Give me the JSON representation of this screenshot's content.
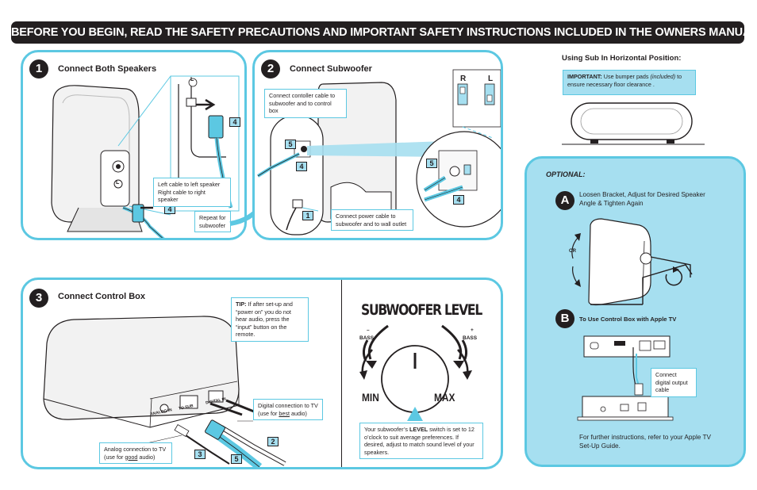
{
  "banner": "BEFORE YOU BEGIN, READ THE SAFETY PRECAUTIONS AND IMPORTANT SAFETY INSTRUCTIONS INCLUDED IN THE OWNERS MANUAL.",
  "step1": {
    "number": "1",
    "title": "Connect Both Speakers",
    "note_cables": "Left cable to left speaker Right cable to right speaker",
    "note_repeat": "Repeat for subwoofer",
    "port_label": "L",
    "callout": "4"
  },
  "step2": {
    "number": "2",
    "title": "Connect Subwoofer",
    "note_controller": "Connect contoller cable  to subwoofer and to control box",
    "note_power": "Connect power cable to subwoofer and to wall outlet",
    "callout_5": "5",
    "callout_4": "4",
    "callout_1": "1",
    "switch_r": "R",
    "switch_l": "L"
  },
  "step3": {
    "number": "3",
    "title": "Connect Control Box",
    "tip_label": "TIP:",
    "tip_text": "If after set-up and “power on” you do not hear audio, press the “input” button on the remote.",
    "note_digital_pre": "Digital connection to TV (use for ",
    "note_digital_em": "best",
    "note_digital_post": " audio)",
    "note_analog_pre": "Analog connection to TV (use for ",
    "note_analog_em": "good",
    "note_analog_post": " audio)",
    "callout_2": "2",
    "callout_3": "3",
    "callout_5": "5",
    "port_labels": [
      "ANALOG IN",
      "TO SUB",
      "DIGITAL IN"
    ]
  },
  "level": {
    "title": "SUBWOOFER LEVEL",
    "minus": "–",
    "plus": "+",
    "bass_left": "BASS",
    "bass_right": "BASS",
    "min": "MIN",
    "max": "MAX",
    "note_pre": "Your subwoofer’s ",
    "note_bold": "LEVEL",
    "note_post": " switch is set to 12 o’clock to suit average preferences. If desired, adjust to match sound level of your speakers."
  },
  "horizontal": {
    "title": "Using Sub In Horizontal Position:",
    "important_label": "IMPORTANT:",
    "important_pre": " Use bumper pads ",
    "important_em": "(included)",
    "important_post": " to ensure necessary floor clearance ."
  },
  "optional": {
    "title": "OPTIONAL:",
    "a_letter": "A",
    "a_text": "Loosen Bracket, Adjust for Desired Speaker Angle & Tighten Again",
    "or": "OR",
    "b_letter": "B",
    "b_title": "To Use Control Box with Apple TV",
    "note_digital": "Connect digital output cable",
    "footer": "For further instructions, refer to your Apple TV Set-Up Guide."
  },
  "colors": {
    "accent": "#5cc8e2",
    "panel_fill": "#a6dff0",
    "ink": "#231f20"
  }
}
